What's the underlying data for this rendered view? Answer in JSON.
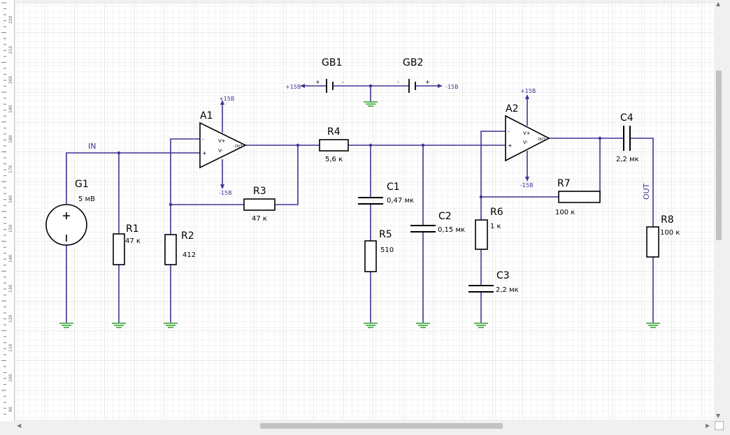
{
  "colors": {
    "wire": "#3e3592",
    "ground": "#2e9e2e",
    "component": "#000000",
    "grid": "#e6e6e6",
    "grid_major": "#d4d4d4"
  },
  "ruler": {
    "labels": [
      "220",
      "210",
      "200",
      "190",
      "180",
      "170",
      "160",
      "150",
      "140",
      "130",
      "120",
      "110",
      "100",
      "90"
    ]
  },
  "labels": {
    "in": "IN",
    "out": "OUT",
    "g1": "G1",
    "g1_val": "5 мВ",
    "r1": "R1",
    "r1_val": "47 к",
    "r2": "R2",
    "r2_val": "412",
    "a1": "A1",
    "a1_vplus": "V+",
    "a1_vminus": "V-",
    "a1_out": "OUT",
    "a1_pin_minus": "-",
    "a1_pin_plus": "+",
    "a1_supply_top": "+15В",
    "a1_supply_bot": "-15В",
    "r3": "R3",
    "r3_val": "47 к",
    "r4": "R4",
    "r4_val": "5,6 к",
    "c1": "C1",
    "c1_val": "0,47 мк",
    "r5": "R5",
    "r5_val": "510",
    "c2": "C2",
    "c2_val": "0,15 мк",
    "gb1": "GB1",
    "gb2": "GB2",
    "gb1_supply": "+15В",
    "gb2_supply": "-15В",
    "gb_plus": "+",
    "gb_minus": "-",
    "a2": "A2",
    "a2_vplus": "V+",
    "a2_vminus": "V-",
    "a2_out": "OUT",
    "a2_pin_minus": "-",
    "a2_pin_plus": "+",
    "a2_supply_top": "+15В",
    "a2_supply_bot": "-15В",
    "r6": "R6",
    "r6_val": "1 к",
    "c3": "C3",
    "c3_val": "2,2 мк",
    "r7": "R7",
    "r7_val": "100 к",
    "c4": "C4",
    "c4_val": "2,2 мк",
    "r8": "R8",
    "r8_val": "100 к"
  }
}
